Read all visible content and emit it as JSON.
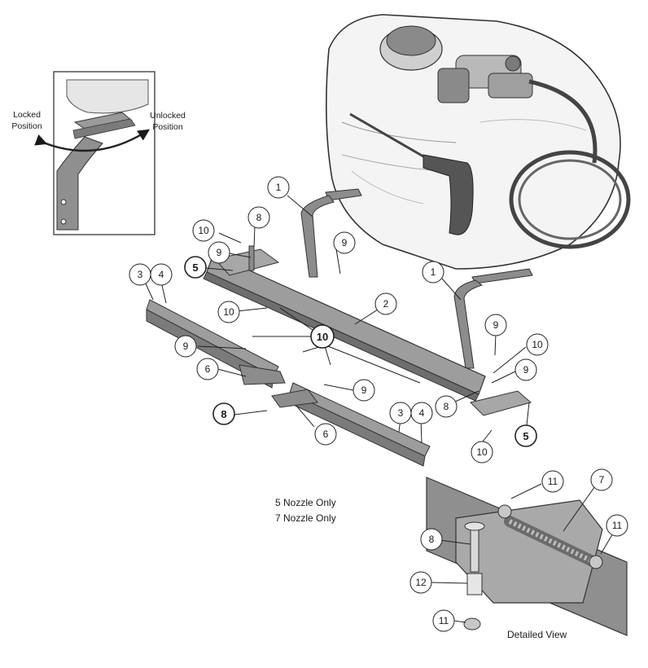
{
  "inset": {
    "locked_label": [
      "Locked",
      "Position"
    ],
    "unlocked_label": [
      "Unlocked",
      "Position"
    ]
  },
  "callouts": {
    "c1a": "1",
    "c1b": "1",
    "c2": "2",
    "c3a": "3",
    "c3b": "3",
    "c4a": "4",
    "c4b": "4",
    "c5a": "5",
    "c5b": "5",
    "c6a": "6",
    "c6b": "6",
    "c7": "7",
    "c8a": "8",
    "c8b": "8",
    "c8c": "8",
    "c8d": "8",
    "c9a": "9",
    "c9b": "9",
    "c9c": "9",
    "c9d": "9",
    "c9e": "9",
    "c9f": "9",
    "c10a": "10",
    "c10b": "10",
    "c10c": "10",
    "c10d": "10",
    "c10e": "10",
    "c11a": "11",
    "c11b": "11",
    "c11c": "11",
    "c12": "12"
  },
  "notes": {
    "line1": "5 Nozzle Only",
    "line2": "7 Nozzle Only"
  },
  "detail_caption": "Detailed View",
  "colors": {
    "steel": "#8c8c8c",
    "steel_dark": "#6e6e6e",
    "steel_light": "#b5b5b5",
    "tank": "#f4f4f4",
    "outline": "#222222"
  }
}
